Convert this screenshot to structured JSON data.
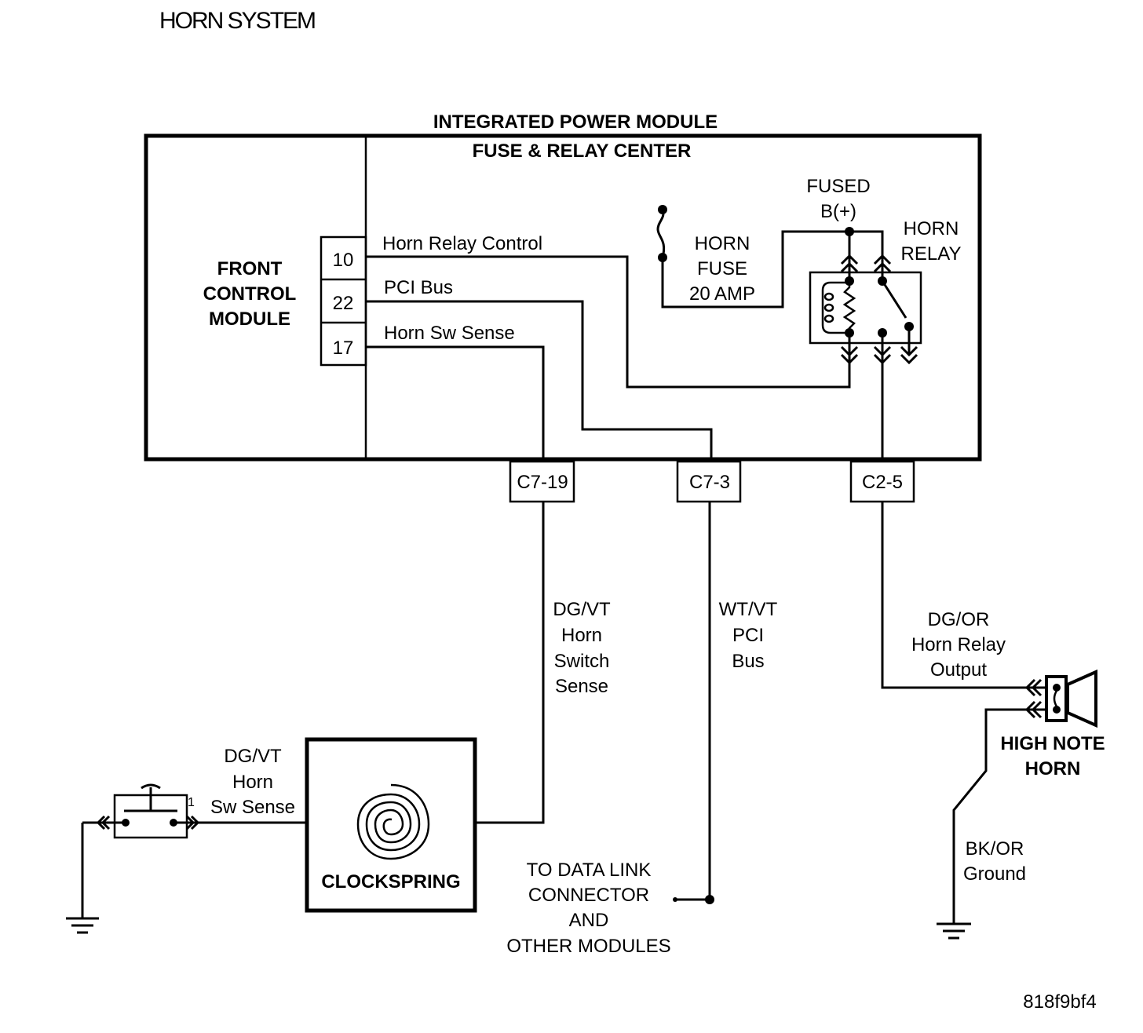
{
  "title": "HORN SYSTEM",
  "figure_id": "818f9bf4",
  "ipm": {
    "label": "INTEGRATED POWER MODULE",
    "sub_label": "FUSE & RELAY CENTER"
  },
  "fcm": {
    "label_lines": [
      "FRONT",
      "CONTROL",
      "MODULE"
    ],
    "pins": [
      {
        "pin": "10",
        "circuit": "Horn Relay Control"
      },
      {
        "pin": "22",
        "circuit": "PCI Bus"
      },
      {
        "pin": "17",
        "circuit": "Horn Sw Sense"
      }
    ]
  },
  "fuse": {
    "label_lines": [
      "HORN",
      "FUSE",
      "20 AMP"
    ]
  },
  "fused_b": {
    "label_lines": [
      "FUSED",
      "B(+)"
    ]
  },
  "relay": {
    "label_lines": [
      "HORN",
      "RELAY"
    ]
  },
  "connectors": [
    {
      "id": "C7-19"
    },
    {
      "id": "C7-3"
    },
    {
      "id": "C2-5"
    }
  ],
  "wires": {
    "horn_switch_sense": [
      "DG/VT",
      "Horn",
      "Switch",
      "Sense"
    ],
    "pci_bus": [
      "WT/VT",
      "PCI",
      "Bus"
    ],
    "relay_output": [
      "DG/OR",
      "Horn Relay",
      "Output"
    ],
    "switch_to_clockspring": [
      "DG/VT",
      "Horn",
      "Sw Sense"
    ],
    "ground": [
      "BK/OR",
      "Ground"
    ]
  },
  "clockspring": {
    "label": "CLOCKSPRING"
  },
  "horn": {
    "label_lines": [
      "HIGH NOTE",
      "HORN"
    ]
  },
  "data_link": {
    "label_lines": [
      "TO DATA LINK",
      "CONNECTOR",
      "AND",
      "OTHER MODULES"
    ]
  },
  "switch": {
    "pin_label": "1"
  }
}
